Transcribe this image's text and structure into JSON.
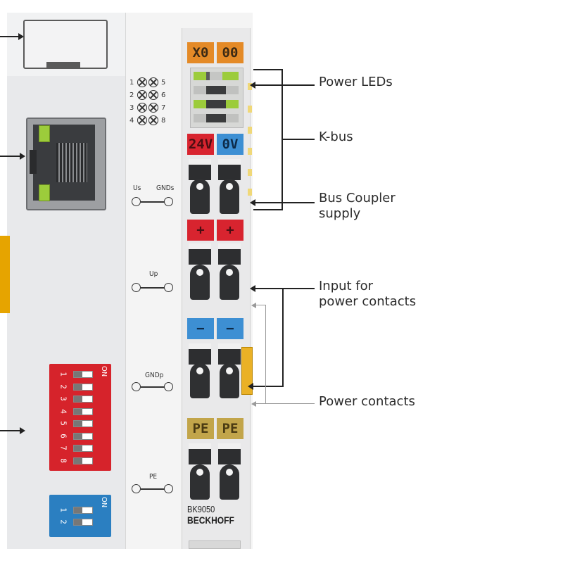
{
  "leds": {
    "top_labels": [
      "X0",
      "00"
    ],
    "legend_rows": [
      {
        "left": "1",
        "right": "5"
      },
      {
        "left": "2",
        "right": "6"
      },
      {
        "left": "3",
        "right": "7"
      },
      {
        "left": "4",
        "right": "8"
      }
    ]
  },
  "terminals": {
    "supply_labels": [
      "24V",
      "0V"
    ],
    "plus_labels": [
      "+",
      "+"
    ],
    "minus_labels": [
      "−",
      "−"
    ],
    "pe_labels": [
      "PE",
      "PE"
    ]
  },
  "symbols": {
    "us": "Us",
    "gnds": "GNDs",
    "up": "Up",
    "gndp": "GNDp",
    "pe": "PE"
  },
  "dip_red": {
    "on": "ON",
    "numbers": [
      "1",
      "2",
      "3",
      "4",
      "5",
      "6",
      "7",
      "8"
    ]
  },
  "dip_blue": {
    "on": "ON",
    "numbers": [
      "1",
      "2"
    ]
  },
  "product": {
    "model": "BK9050",
    "brand": "BECKHOFF"
  },
  "callouts": {
    "power_leds": "Power LEDs",
    "kbus": "K-bus",
    "bus_coupler_supply": [
      "Bus Coupler",
      "supply"
    ],
    "input_power_contacts": [
      "Input for",
      "power contacts"
    ],
    "power_contacts": "Power contacts"
  },
  "colors": {
    "orange": "#e48a27",
    "red": "#d8242f",
    "blue": "#3d8fd3",
    "olive": "#c2a54a",
    "led_green": "#9ccc3b"
  }
}
